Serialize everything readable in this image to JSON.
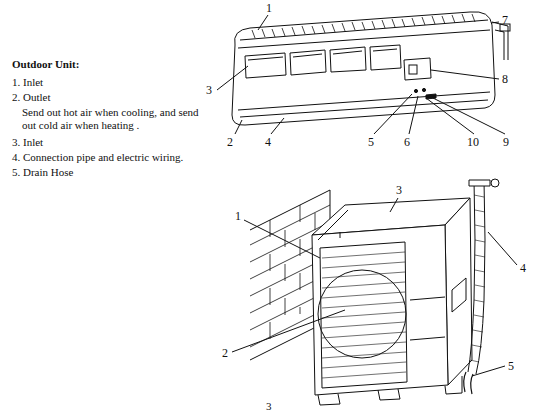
{
  "diagram": {
    "labels": [
      "Outdoor Unit:",
      "1. Inlet",
      "2. Outlet",
      "Send out hot air when cooling, and send out cold air when heating .",
      "3. Inlet",
      "4. Connection pipe and electric wiring.",
      "5. Drain Hose",
      "1",
      "2",
      "3",
      "4",
      "5",
      "6",
      "7",
      "8",
      "9",
      "10",
      "1",
      "2",
      "3",
      "4",
      "5",
      "3"
    ]
  }
}
